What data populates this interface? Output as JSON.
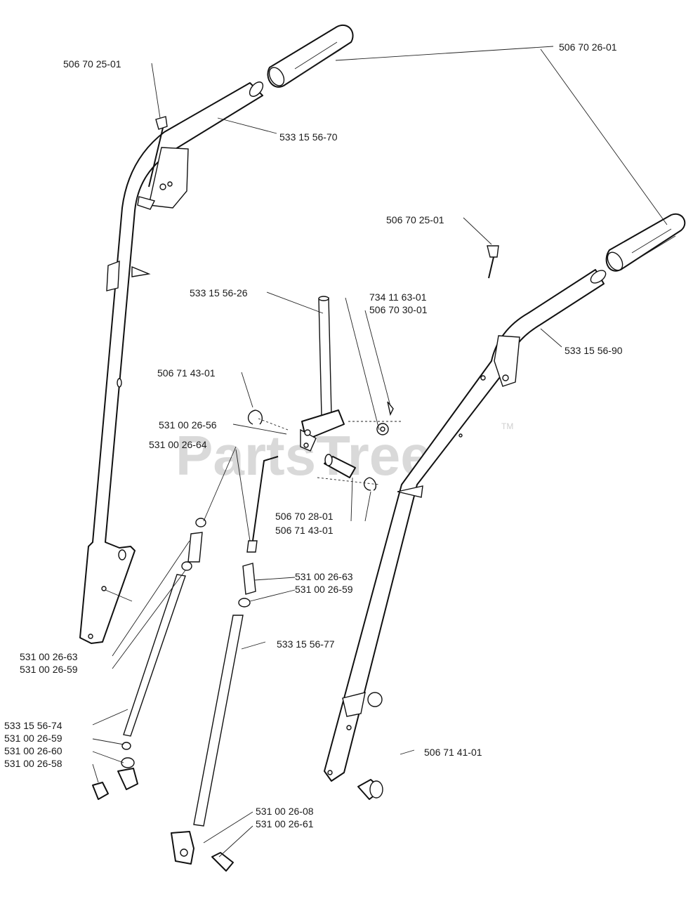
{
  "watermark": {
    "text": "PartsTree",
    "tm": "TM"
  },
  "labels": {
    "grip_top": "506 70 26-01",
    "bolt_top_left": "506 70 25-01",
    "handle_left": "533 15 56-70",
    "bolt_top_right": "506 70 25-01",
    "rod_upper": "533 15 56-26",
    "pin_734": "734 11 63-01",
    "washer_506": "506 70 30-01",
    "clip_upper": "506 71 43-01",
    "handle_right": "533 15 56-90",
    "rod_bend": "531 00 26-56",
    "rod_bend_2": "531 00 26-64",
    "pin_lower": "506 70 28-01",
    "clip_lower": "506 71 43-01",
    "coupler_mid": "531 00 26-63",
    "nut_mid": "531 00 26-59",
    "rod_long": "533 15 56-77",
    "coupler_left": "531 00 26-63",
    "nut_left": "531 00 26-59",
    "rod_left": "533 15 56-74",
    "nut_left_2": "531 00 26-59",
    "elbow": "531 00 26-60",
    "nut_bottom": "531 00 26-58",
    "knob": "506 71 41-01",
    "bracket": "531 00 26-08",
    "pin_bottom": "531 00 26-61"
  }
}
